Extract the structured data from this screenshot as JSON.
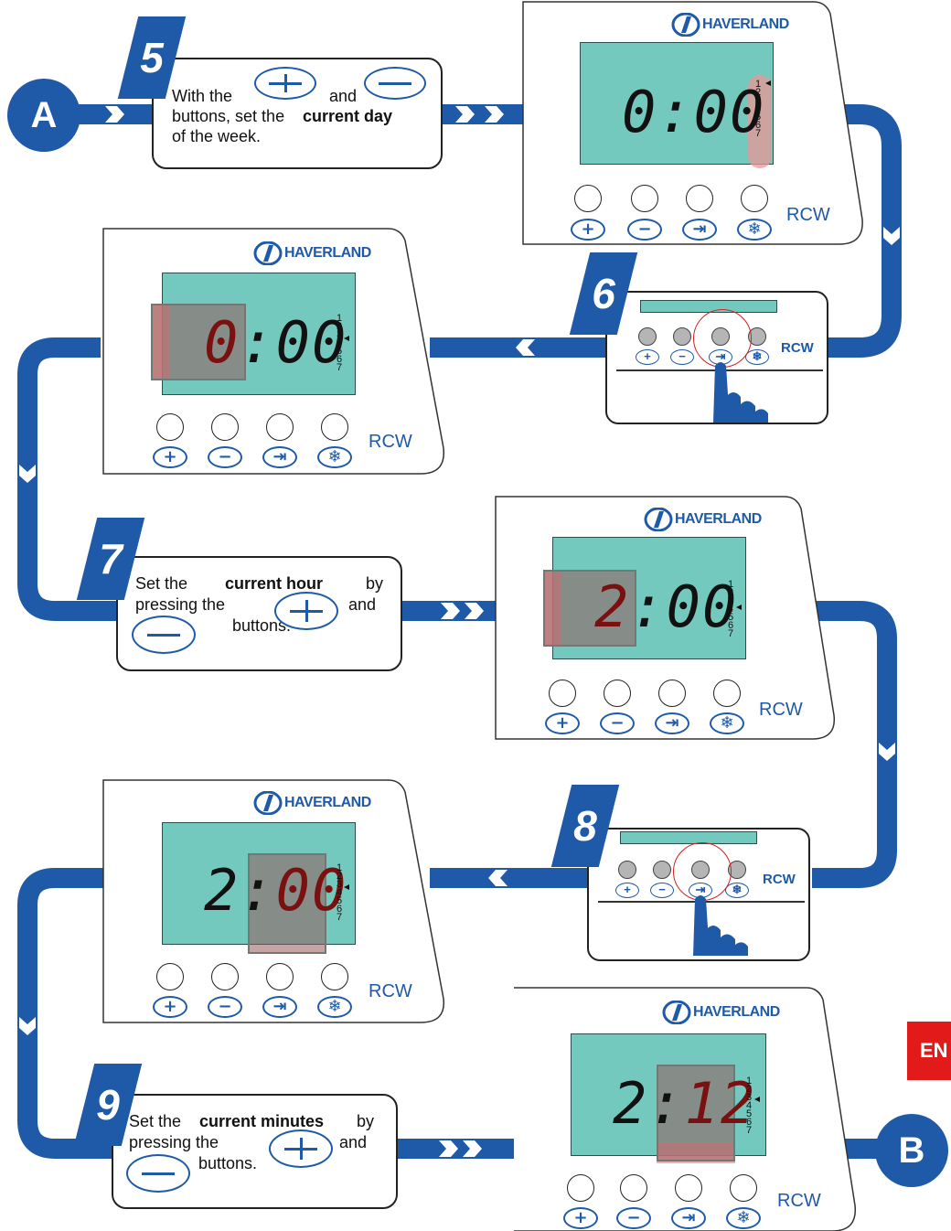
{
  "badges": {
    "start": "A",
    "end": "B"
  },
  "brand": "HAVERLAND",
  "model": "RCW",
  "language_tab": "EN",
  "days_list": [
    "1",
    "2",
    "3",
    "4",
    "5",
    "6",
    "7"
  ],
  "icons": {
    "plus": "+",
    "minus": "−",
    "enter": "⇥",
    "frost": "❄"
  },
  "colors": {
    "brand_blue": "#1f5aa8",
    "lcd": "#74c9bf",
    "tab_red": "#e21a1a"
  },
  "steps": {
    "s5": {
      "number": "5",
      "text_pre": "With the",
      "text_and": "and",
      "text_mid": "buttons, set the",
      "text_bold": "current day",
      "text_post": "of the week."
    },
    "s6": {
      "number": "6"
    },
    "s7": {
      "number": "7",
      "text_pre": "Set the",
      "text_bold": "current hour",
      "text_by": "by",
      "text_press": "pressing the",
      "text_and": "and",
      "text_post": "buttons."
    },
    "s8": {
      "number": "8"
    },
    "s9": {
      "number": "9",
      "text_pre": "Set the",
      "text_bold": "current minutes",
      "text_by": "by",
      "text_press": "pressing the",
      "text_and": "and",
      "text_post": "buttons."
    }
  },
  "displays": {
    "d1": {
      "hours": "0",
      "sep": ":",
      "minutes": "00"
    },
    "d2": {
      "hours": "0",
      "sep": ":",
      "minutes": "00"
    },
    "d3": {
      "hours": "2",
      "sep": ":",
      "minutes": "00"
    },
    "d4": {
      "hours": "2",
      "sep": ":",
      "minutes": "00"
    },
    "d5": {
      "hours": "2",
      "sep": ":",
      "minutes": "12"
    }
  }
}
